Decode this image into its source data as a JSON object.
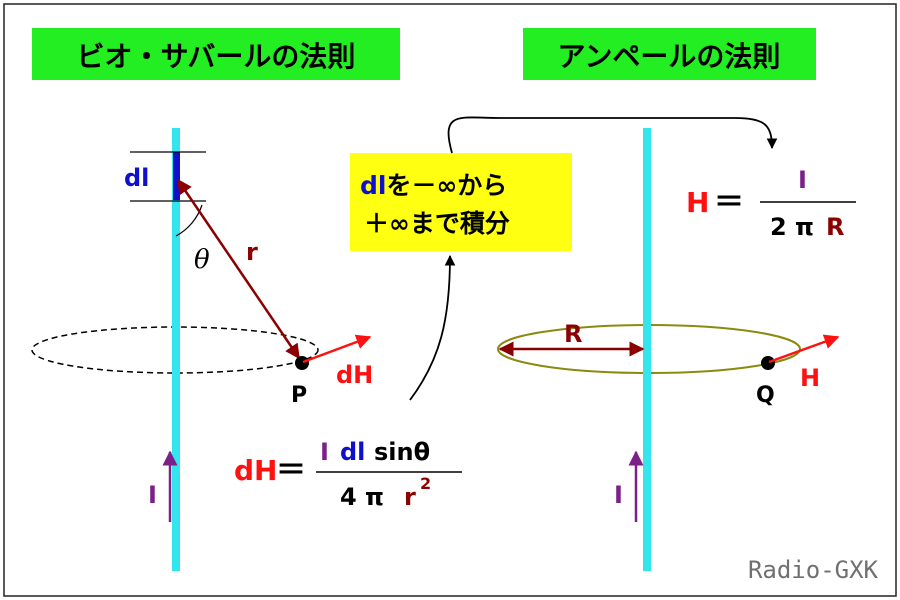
{
  "titles": {
    "left": "ビオ・サバールの法則",
    "right": "アンペールの法則"
  },
  "left": {
    "element_label": "dl",
    "angle_label": "θ",
    "r_label": "r",
    "point_label": "P",
    "field_label": "dH",
    "current_label": "I"
  },
  "formula_left": {
    "lhs": "dH",
    "equals": "＝",
    "num_i": "I",
    "num_dl": "dl",
    "num_sin": "sinθ",
    "den": "4 π",
    "den_r": "r",
    "den_exp": "2"
  },
  "note": {
    "line1_dl": "dl",
    "line1_rest": "を－∞から",
    "line2": "＋∞まで積分"
  },
  "formula_right": {
    "lhs": "H",
    "equals": "＝",
    "num": "I",
    "den": "2 π",
    "den_r": "R"
  },
  "right": {
    "radius_label": "R",
    "point_label": "Q",
    "field_label": "H",
    "current_label": "I"
  },
  "watermark": "Radio-GXK",
  "colors": {
    "wire": "#33e6ee",
    "title_bg": "#22ee22",
    "note_bg": "#ffff11",
    "dark_red": "#8b0000",
    "red": "#ff1111",
    "blue": "#1010cc",
    "purple": "#7a2088",
    "olive": "#8a8a10",
    "gray": "#707070"
  }
}
